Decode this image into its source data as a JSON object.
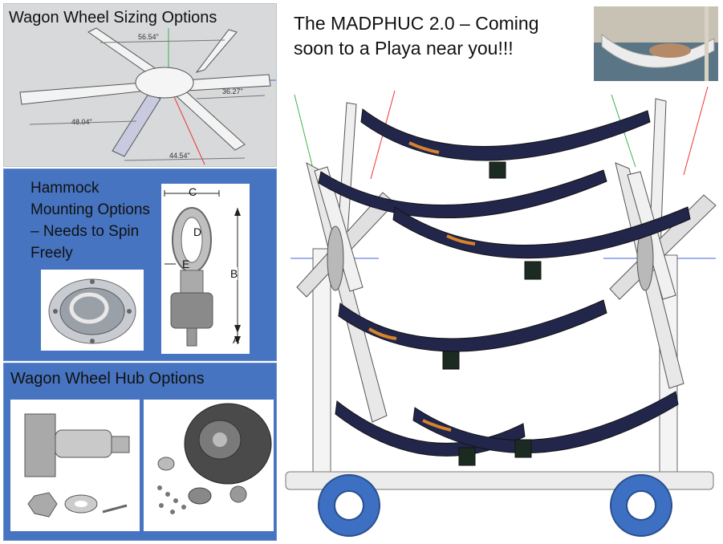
{
  "slide": {
    "title_line1": "The MADPHUC  2.0 – Coming",
    "title_line2": "soon to a Playa near you!!!"
  },
  "wagon_sizing": {
    "title": "Wagon Wheel Sizing Options",
    "dim_1": "56.54\"",
    "dim_2": "36.27\"",
    "dim_3": "48.04\"",
    "dim_4": "44.54\""
  },
  "hammock_mounting": {
    "title_line1": "Hammock",
    "title_line2": "Mounting Options",
    "title_line3": "– Needs to Spin",
    "title_line4": "Freely",
    "label_c": "C",
    "label_d": "D",
    "label_e": "E",
    "label_b": "B",
    "label_a": "A"
  },
  "hub_options": {
    "title": "Wagon Wheel Hub Options"
  },
  "colors": {
    "blue_panel": "#4674c0",
    "gray_panel": "#d7d9db",
    "hammock": "#22264a",
    "wheel": "#3d6fc2"
  }
}
